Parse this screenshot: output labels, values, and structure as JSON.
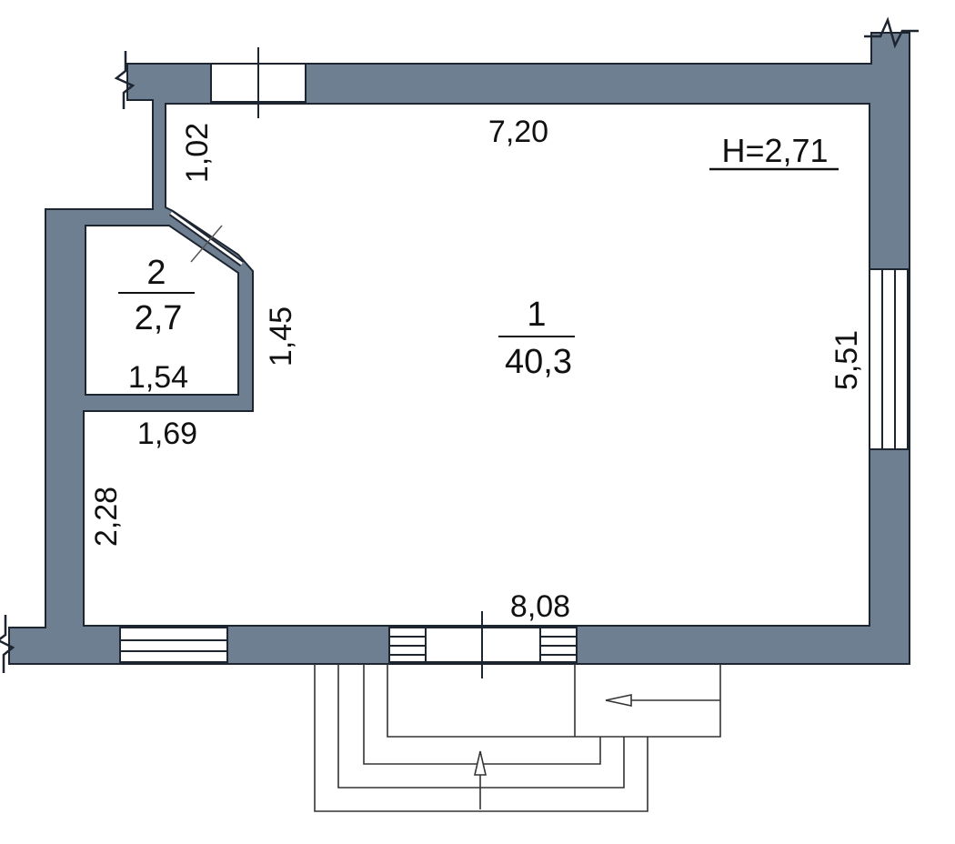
{
  "plan": {
    "ceiling_height": "H=2,71",
    "colors": {
      "wall": "#6f7f92",
      "wall_outline": "#1d2530",
      "window": "#ffffff",
      "line": "#222222"
    },
    "rooms": [
      {
        "number": "1",
        "area": "40,3"
      },
      {
        "number": "2",
        "area": "2,7"
      }
    ],
    "dimensions": {
      "top": "7,20",
      "right": "5,51",
      "bottom": "8,08",
      "left": "2,28",
      "corridor_left": "1,02",
      "closet_right": "1,45",
      "closet_inner_bottom": "1,54",
      "closet_outer_bottom": "1,69"
    }
  }
}
